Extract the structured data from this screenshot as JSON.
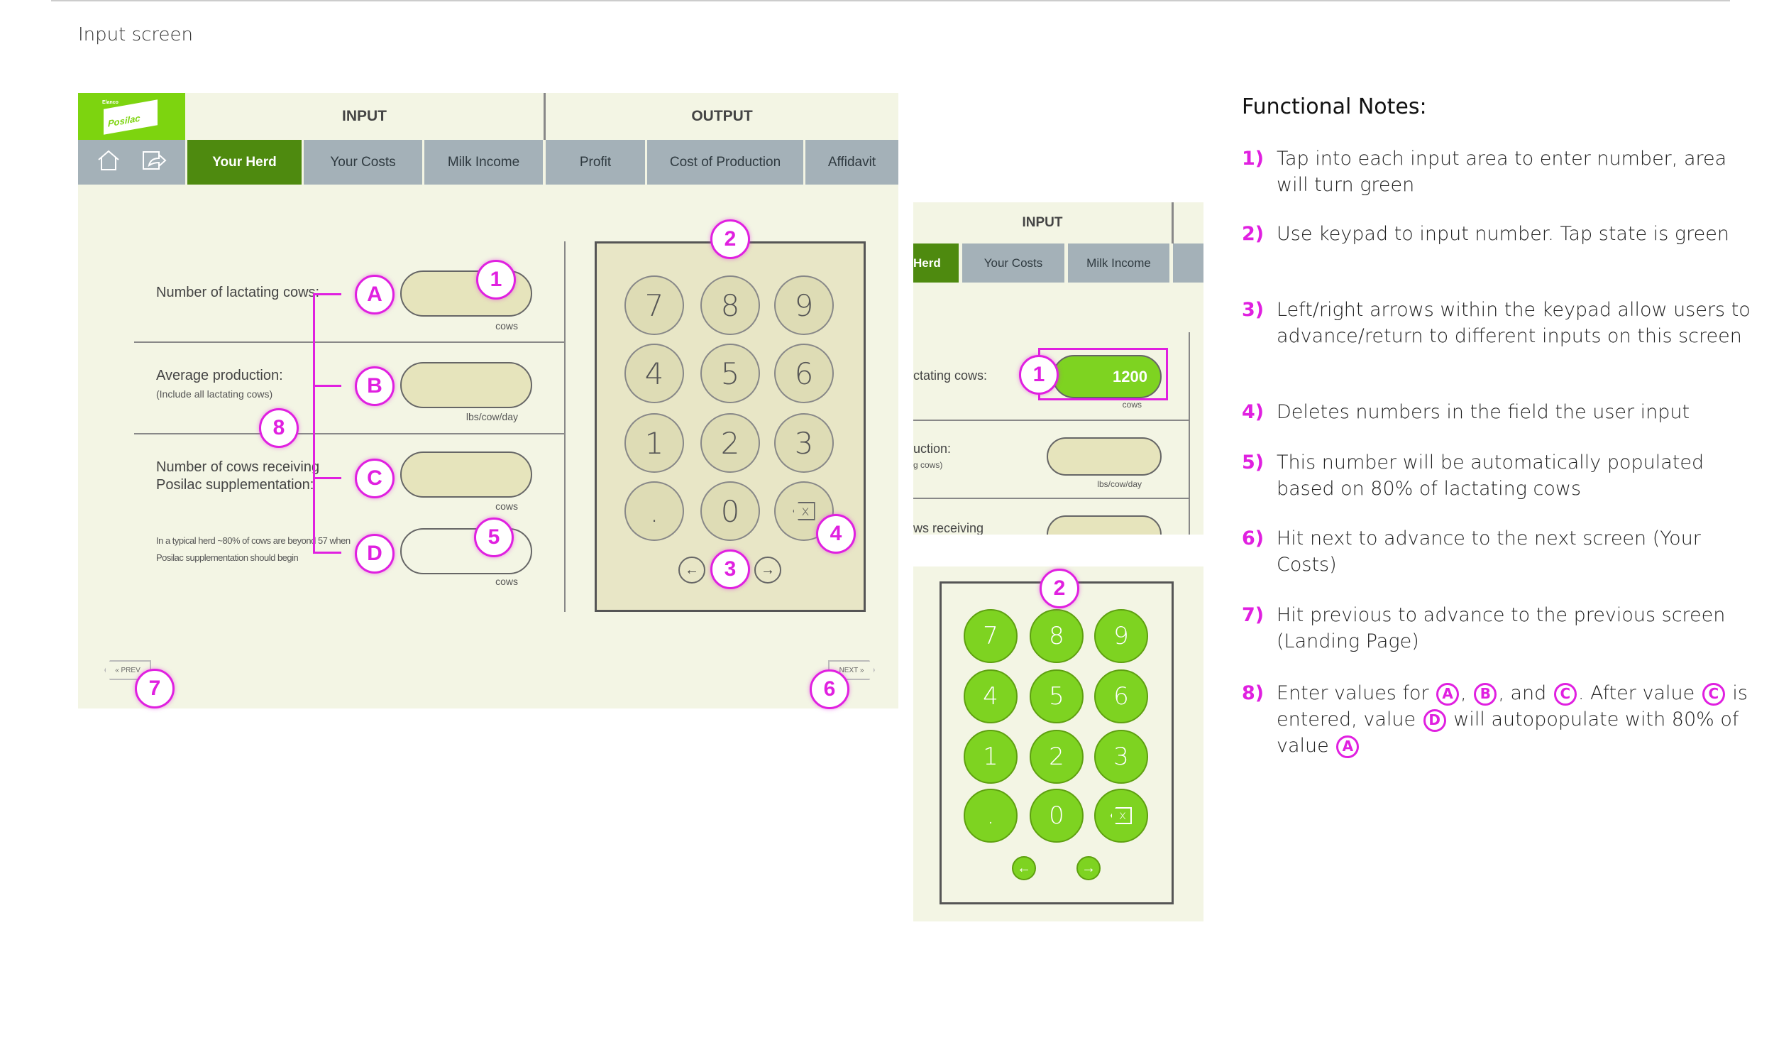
{
  "page_title": "Input screen",
  "colors": {
    "brand_green": "#7dd40f",
    "active_tab": "#4e8a0f",
    "tab": "#a4b1b8",
    "panel": "#f3f5e4",
    "annotation": "#e020e0",
    "keypad_active": "#7ed321"
  },
  "app": {
    "logo_small": "Elanco",
    "logo": "Posilac",
    "sections": {
      "input": "INPUT",
      "output": "OUTPUT"
    },
    "icons": [
      "home-icon",
      "export-icon"
    ],
    "tabs": [
      "Your Herd",
      "Your Costs",
      "Milk Income",
      "Profit",
      "Cost of Production",
      "Affidavit"
    ],
    "fields": [
      {
        "label": "Number of lactating cows:",
        "unit": "cows",
        "value": ""
      },
      {
        "label": "Average production:",
        "sublabel": "(Include all lactating cows)",
        "unit": "lbs/cow/day",
        "value": ""
      },
      {
        "label": "Number of cows receiving Posilac supplementation:",
        "unit": "cows",
        "value": ""
      },
      {
        "label": "In a typical herd ~80% of cows are beyond 57 when Posilac supplementation should begin",
        "unit": "cows",
        "value": ""
      }
    ],
    "keypad": [
      "7",
      "8",
      "9",
      "4",
      "5",
      "6",
      "1",
      "2",
      "3",
      ".",
      "0",
      "x"
    ],
    "arrows": {
      "left": "←",
      "right": "→"
    },
    "prev": "« PREV",
    "next": "NEXT »"
  },
  "detail": {
    "section": "INPUT",
    "tabs": [
      "Herd",
      "Your Costs",
      "Milk Income"
    ],
    "field1_label": "ctating cows:",
    "field1_value": "1200",
    "field1_unit": "cows",
    "field2_label": "uction:",
    "field2_sub": "g cows)",
    "field2_unit": "lbs/cow/day",
    "field3_label": "ws receiving"
  },
  "callouts": {
    "A": "A",
    "B": "B",
    "C": "C",
    "D": "D",
    "n1": "1",
    "n2": "2",
    "n3": "3",
    "n4": "4",
    "n5": "5",
    "n6": "6",
    "n7": "7",
    "n8": "8"
  },
  "notes": {
    "title": "Functional Notes:",
    "items": [
      {
        "n": "1)",
        "text": "Tap into each input area to enter number, area will turn green"
      },
      {
        "n": "2)",
        "text": "Use keypad to input number. Tap state is green"
      },
      {
        "n": "3)",
        "text": "Left/right arrows within the keypad allow users to advance/return to different inputs on this screen"
      },
      {
        "n": "4)",
        "text": "Deletes numbers in the field the user input"
      },
      {
        "n": "5)",
        "text": "This number will be automatically populated based on 80% of lactating cows"
      },
      {
        "n": "6)",
        "text": "Hit next to advance to the next screen (Your Costs)"
      },
      {
        "n": "7)",
        "text": "Hit previous to advance to the previous screen (Landing Page)"
      },
      {
        "n": "8)",
        "parts": [
          "Enter values for ",
          "A",
          ", ",
          "B",
          ", and ",
          "C",
          ". After value ",
          "C",
          " is entered, value ",
          "D",
          " will autopopulate with 80% of value ",
          "A"
        ]
      }
    ]
  }
}
